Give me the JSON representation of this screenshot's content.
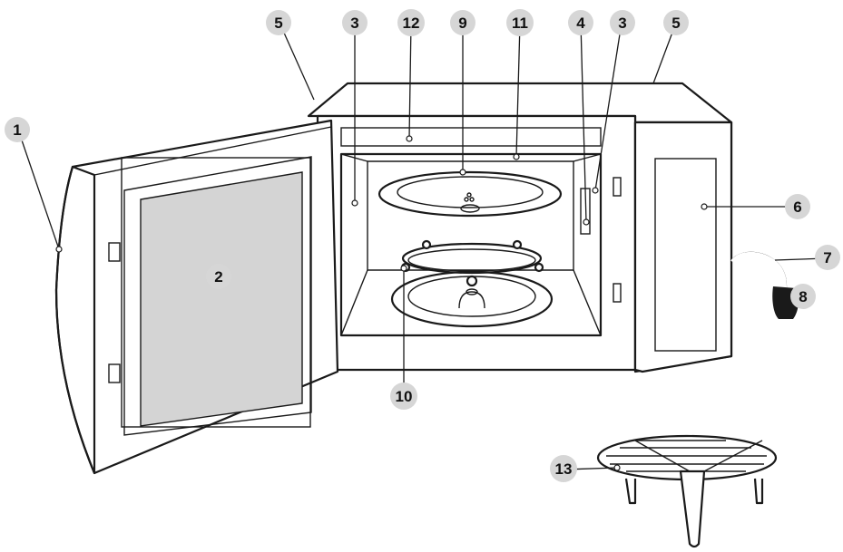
{
  "figure": {
    "background_color": "#ffffff",
    "line_color": "#1a1a1a",
    "callout_fill": "#d6d6d6",
    "window_glass_color": "#d4d4d4"
  },
  "callouts": [
    {
      "id": "door",
      "number": "1"
    },
    {
      "id": "door-window",
      "number": "2"
    },
    {
      "id": "door-seal-left",
      "number": "3"
    },
    {
      "id": "door-seal-right",
      "number": "3"
    },
    {
      "id": "safety-interlock",
      "number": "4"
    },
    {
      "id": "outer-cabinet-left",
      "number": "5"
    },
    {
      "id": "outer-cabinet-right",
      "number": "5"
    },
    {
      "id": "control-panel",
      "number": "6"
    },
    {
      "id": "power-cord",
      "number": "7"
    },
    {
      "id": "plug",
      "number": "8"
    },
    {
      "id": "glass-tray",
      "number": "9"
    },
    {
      "id": "roller-ring",
      "number": "10"
    },
    {
      "id": "cavity",
      "number": "11"
    },
    {
      "id": "grill-heater",
      "number": "12"
    },
    {
      "id": "metal-rack",
      "number": "13"
    }
  ]
}
